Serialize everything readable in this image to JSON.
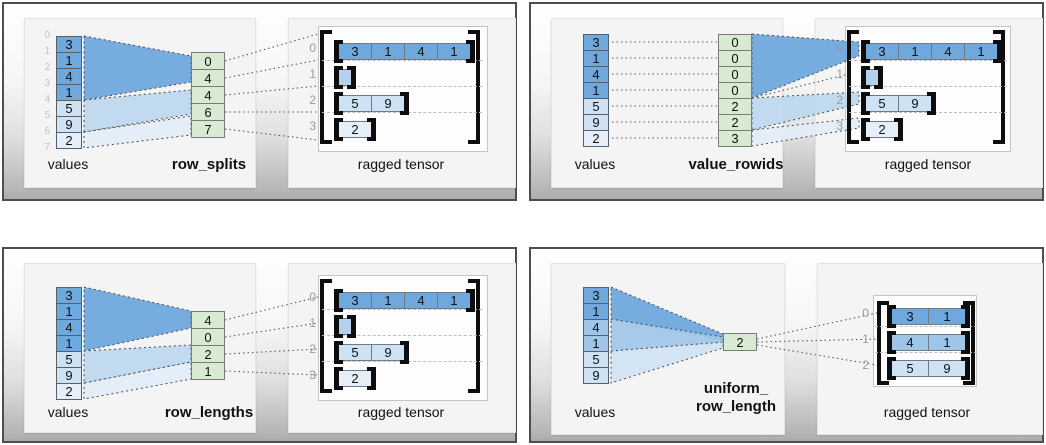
{
  "colors": {
    "blue_dark": "#6fa8dc",
    "blue_medium": "#9fc5e8",
    "blue_light": "#cfe2f3",
    "blue_faint": "#e6eff9",
    "green_cell": "#d9ead3"
  },
  "panels": [
    {
      "name": "row_splits",
      "values_caption": "values",
      "param_label_lines": [
        "row_splits"
      ],
      "tensor_caption": "ragged tensor",
      "value_indices": [
        "0",
        "1",
        "2",
        "3",
        "4",
        "5",
        "6",
        "7"
      ],
      "values": [
        "3",
        "1",
        "4",
        "1",
        "5",
        "9",
        "2"
      ],
      "param_cells": [
        "0",
        "4",
        "4",
        "6",
        "7"
      ],
      "tensor_rows": [
        {
          "label": "0",
          "cells": [
            "3",
            "1",
            "4",
            "1"
          ]
        },
        {
          "label": "1",
          "cells": []
        },
        {
          "label": "2",
          "cells": [
            "5",
            "9"
          ]
        },
        {
          "label": "3",
          "cells": [
            "2"
          ]
        }
      ]
    },
    {
      "name": "value_rowids",
      "values_caption": "values",
      "param_label_lines": [
        "value_rowids"
      ],
      "tensor_caption": "ragged tensor",
      "values": [
        "3",
        "1",
        "4",
        "1",
        "5",
        "9",
        "2"
      ],
      "param_cells": [
        "0",
        "0",
        "0",
        "0",
        "2",
        "2",
        "3"
      ],
      "tensor_rows": [
        {
          "label": "0",
          "cells": [
            "3",
            "1",
            "4",
            "1"
          ]
        },
        {
          "label": "1",
          "cells": []
        },
        {
          "label": "2",
          "cells": [
            "5",
            "9"
          ]
        },
        {
          "label": "3",
          "cells": [
            "2"
          ]
        }
      ]
    },
    {
      "name": "row_lengths",
      "values_caption": "values",
      "param_label_lines": [
        "row_lengths"
      ],
      "tensor_caption": "ragged tensor",
      "values": [
        "3",
        "1",
        "4",
        "1",
        "5",
        "9",
        "2"
      ],
      "param_cells": [
        "4",
        "0",
        "2",
        "1"
      ],
      "tensor_rows": [
        {
          "label": "0",
          "cells": [
            "3",
            "1",
            "4",
            "1"
          ]
        },
        {
          "label": "1",
          "cells": []
        },
        {
          "label": "2",
          "cells": [
            "5",
            "9"
          ]
        },
        {
          "label": "3",
          "cells": [
            "2"
          ]
        }
      ]
    },
    {
      "name": "uniform_row_length",
      "values_caption": "values",
      "param_label_lines": [
        "uniform_",
        "row_length"
      ],
      "tensor_caption": "ragged tensor",
      "values": [
        "3",
        "1",
        "4",
        "1",
        "5",
        "9"
      ],
      "param_cells": [
        "2"
      ],
      "tensor_rows": [
        {
          "label": "0",
          "cells": [
            "3",
            "1"
          ]
        },
        {
          "label": "1",
          "cells": [
            "4",
            "1"
          ]
        },
        {
          "label": "2",
          "cells": [
            "5",
            "9"
          ]
        }
      ]
    }
  ]
}
